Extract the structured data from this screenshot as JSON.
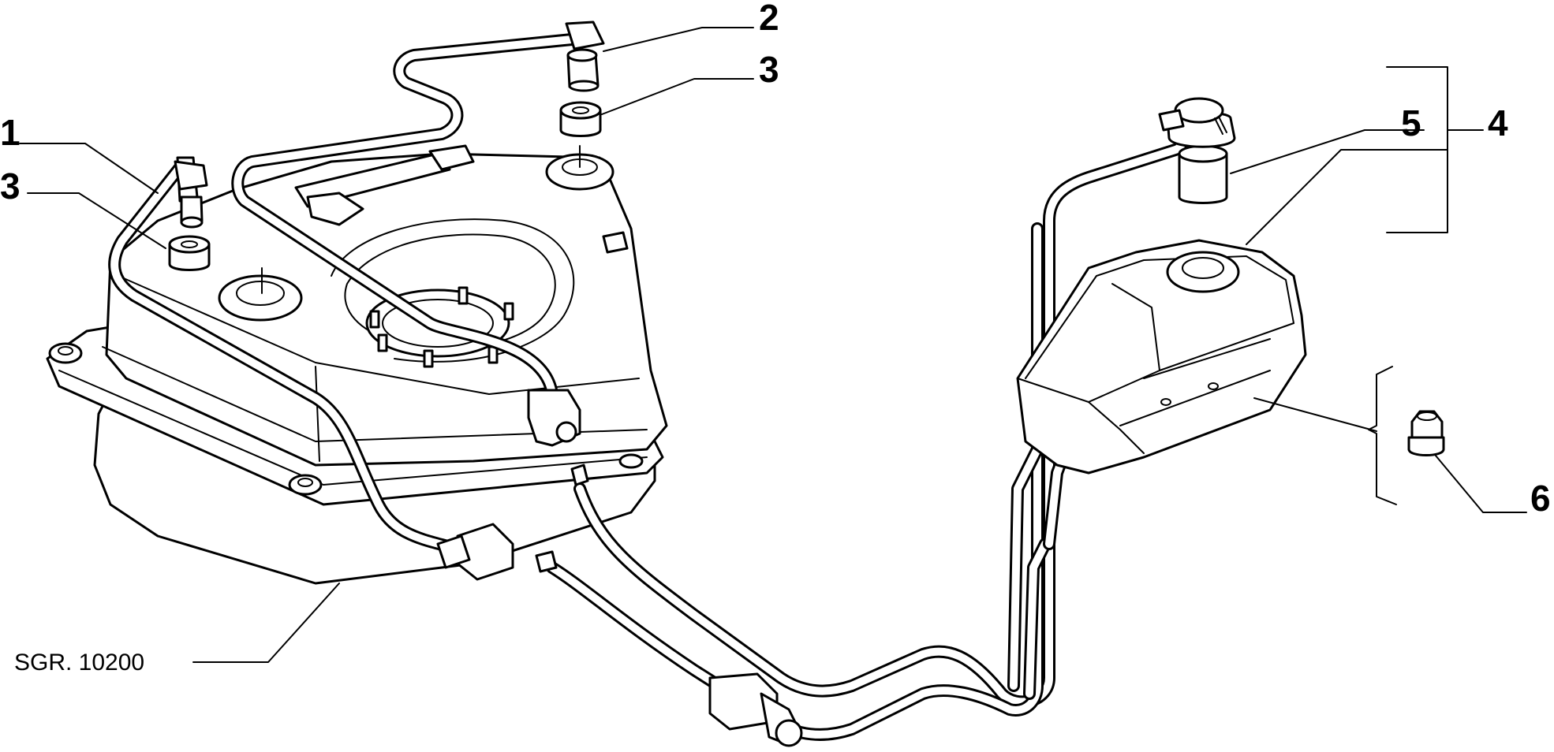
{
  "callouts": [
    {
      "id": "1",
      "label": "1"
    },
    {
      "id": "2",
      "label": "2"
    },
    {
      "id": "3a",
      "label": "3"
    },
    {
      "id": "3b",
      "label": "3"
    },
    {
      "id": "4",
      "label": "4"
    },
    {
      "id": "5",
      "label": "5"
    },
    {
      "id": "6",
      "label": "6"
    }
  ],
  "reference": {
    "text": "SGR. 10200"
  }
}
